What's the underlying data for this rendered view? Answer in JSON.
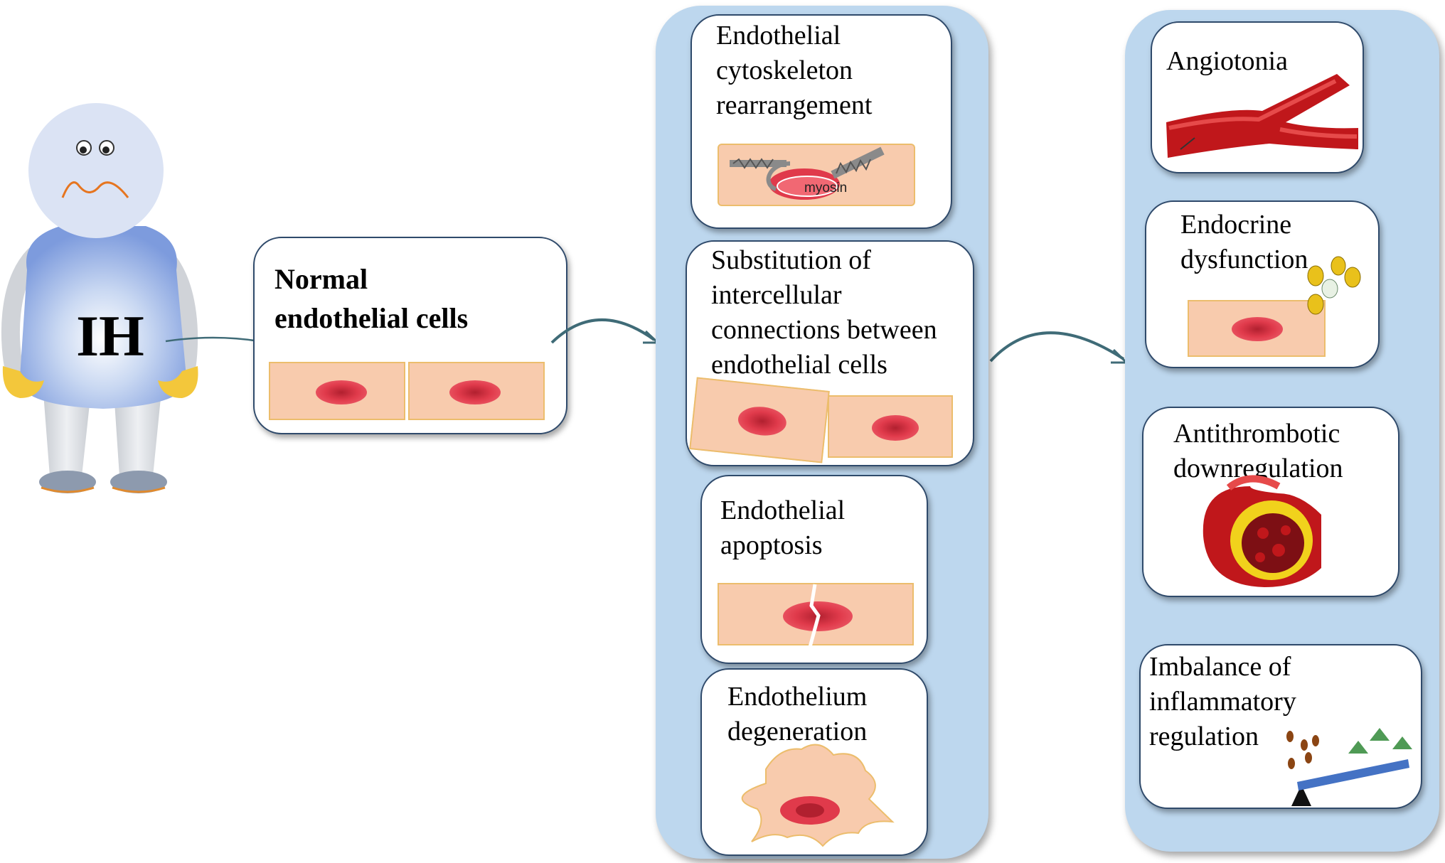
{
  "figure": {
    "character": {
      "label": "IH"
    },
    "normal": {
      "title": "Normal\nendothelial cells"
    },
    "middle_panel": {
      "items": [
        {
          "title": "Endothelial\ncytoskeleton\nrearrangement",
          "inner_label": "myosin"
        },
        {
          "title": "Substitution of\nintercellular\nconnections between\nendothelial cells"
        },
        {
          "title": "Endothelial\napoptosis"
        },
        {
          "title": "Endothelium\ndegeneration"
        }
      ]
    },
    "right_panel": {
      "items": [
        {
          "title": "Angiotonia"
        },
        {
          "title": "Endocrine\ndysfunction"
        },
        {
          "title": "Antithrombotic\ndownregulation"
        },
        {
          "title": "Imbalance of\ninflammatory\nregulation"
        }
      ]
    },
    "colors": {
      "panel": "#bdd7ee",
      "card_border": "#2f4a6b",
      "cell": "#f8cbad",
      "cell_border": "#ecbd6c",
      "nucleus": "#d42b3c",
      "arrow": "#3f6b77"
    }
  }
}
